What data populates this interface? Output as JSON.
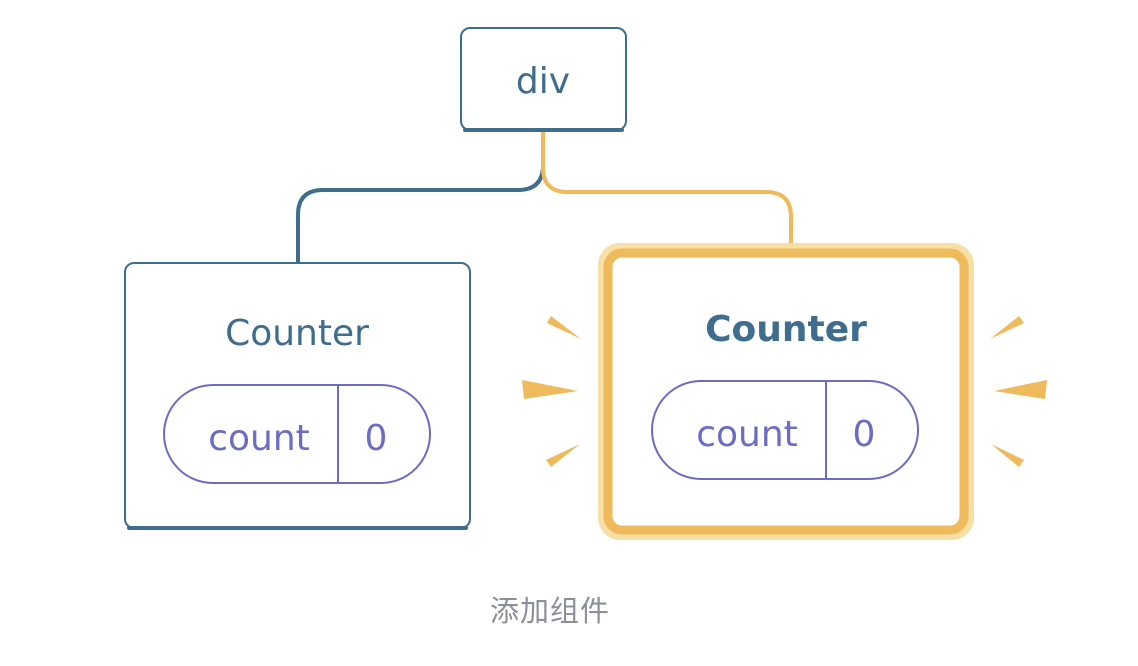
{
  "root": {
    "label": "div"
  },
  "left_counter": {
    "label": "Counter",
    "state_name": "count",
    "state_value": "0"
  },
  "right_counter": {
    "label": "Counter",
    "state_name": "count",
    "state_value": "0"
  },
  "caption": "添加组件",
  "colors": {
    "blue": "#3e6d8e",
    "gold": "#efba5b",
    "gold_halo": "#f8dfa6",
    "purple": "#6c6cc4"
  }
}
